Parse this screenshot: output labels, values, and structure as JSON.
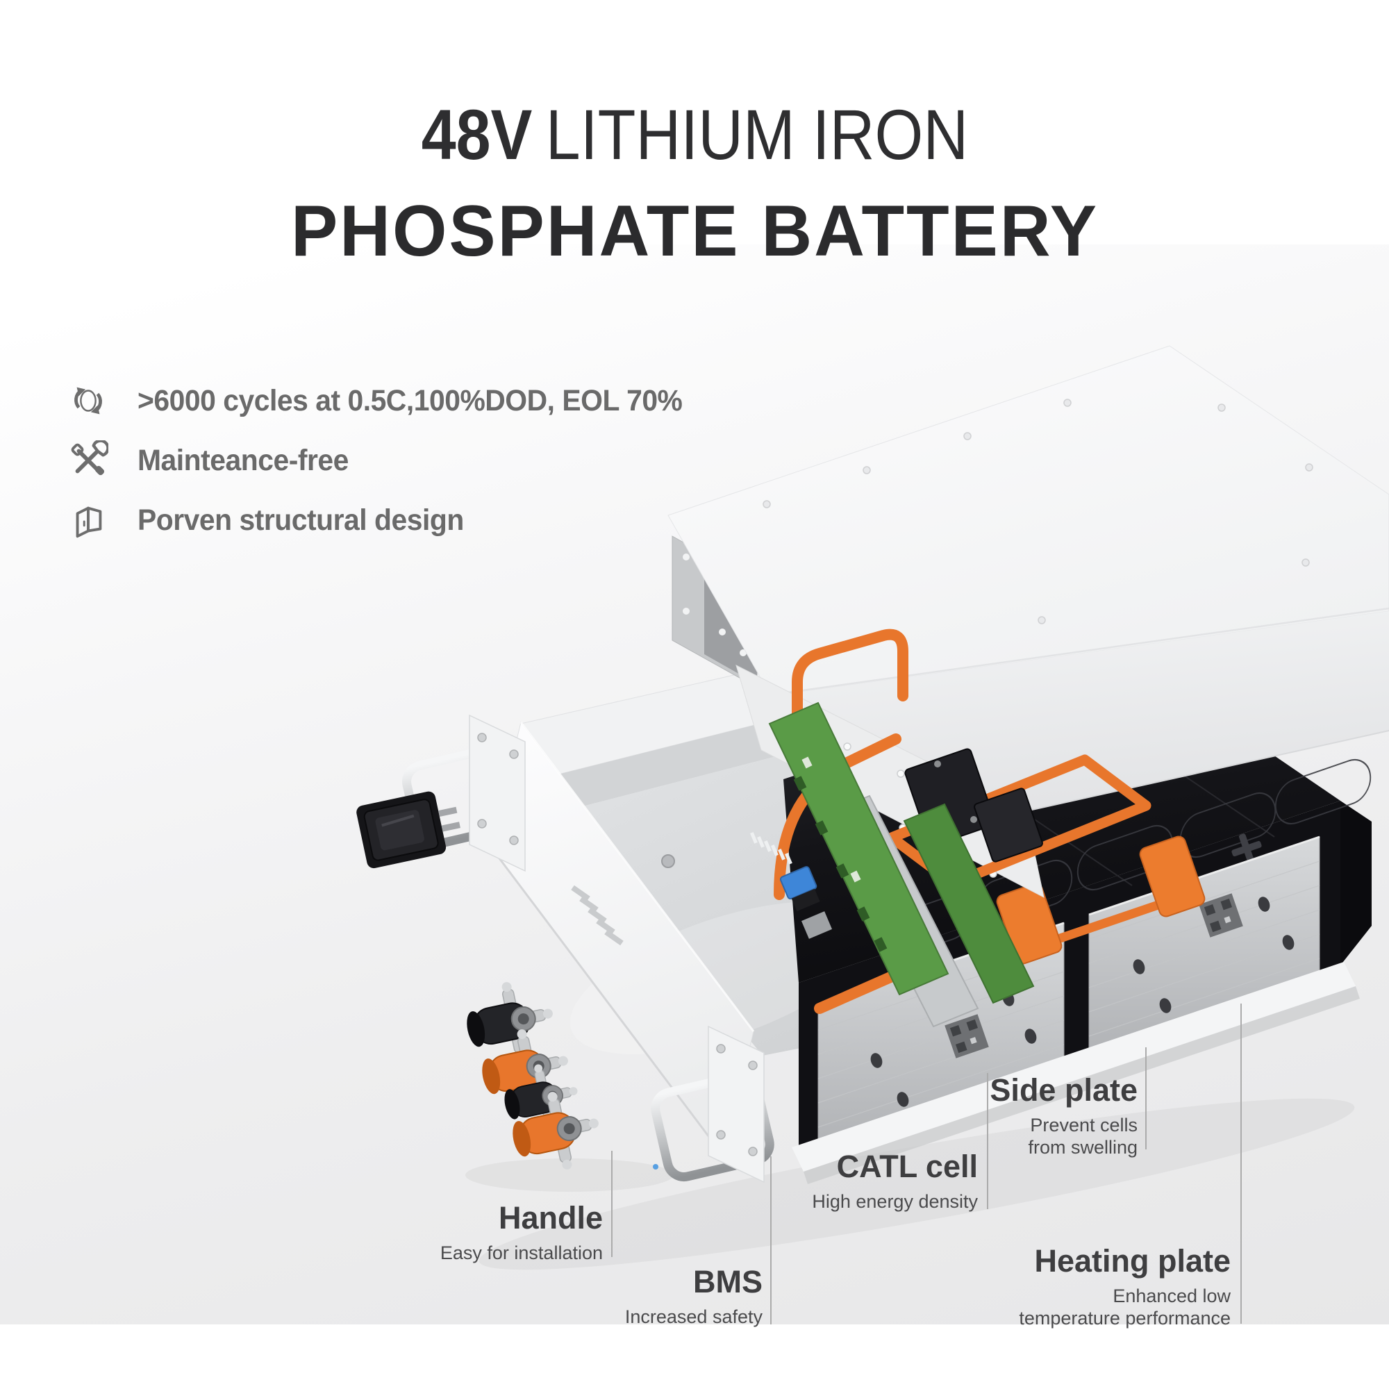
{
  "title": {
    "voltage": "48V",
    "line1_rest": "LITHIUM IRON",
    "line2": "PHOSPHATE BATTERY"
  },
  "features": [
    {
      "icon": "cycle-icon",
      "text": ">6000 cycles at 0.5C,100%DOD, EOL 70%"
    },
    {
      "icon": "tools-icon",
      "text": "Mainteance-free"
    },
    {
      "icon": "door-icon",
      "text": "Porven structural design"
    }
  ],
  "callouts": [
    {
      "id": "handle",
      "title": "Handle",
      "subtitle_lines": [
        "Easy for installation"
      ]
    },
    {
      "id": "bms",
      "title": "BMS",
      "subtitle_lines": [
        "Increased safety"
      ]
    },
    {
      "id": "catl-cell",
      "title": "CATL cell",
      "subtitle_lines": [
        "High energy density"
      ]
    },
    {
      "id": "side-plate",
      "title": "Side plate",
      "subtitle_lines": [
        "Prevent cells",
        "from swelling"
      ]
    },
    {
      "id": "heating-plate",
      "title": "Heating plate",
      "subtitle_lines": [
        "Enhanced low",
        "temperature performance"
      ]
    }
  ],
  "colors": {
    "accent_orange": "#e8762c",
    "title_text": "#2e2e30",
    "feature_text": "#6a6a6a",
    "callout_title": "#3e3e40",
    "callout_subtitle": "#4a4a4c",
    "leader_line": "#ababab",
    "pcb_green": "#5a9b47",
    "backdrop_gray": "#ebebec",
    "lid_white": "#f7f8f9",
    "cell_black": "#141418"
  }
}
